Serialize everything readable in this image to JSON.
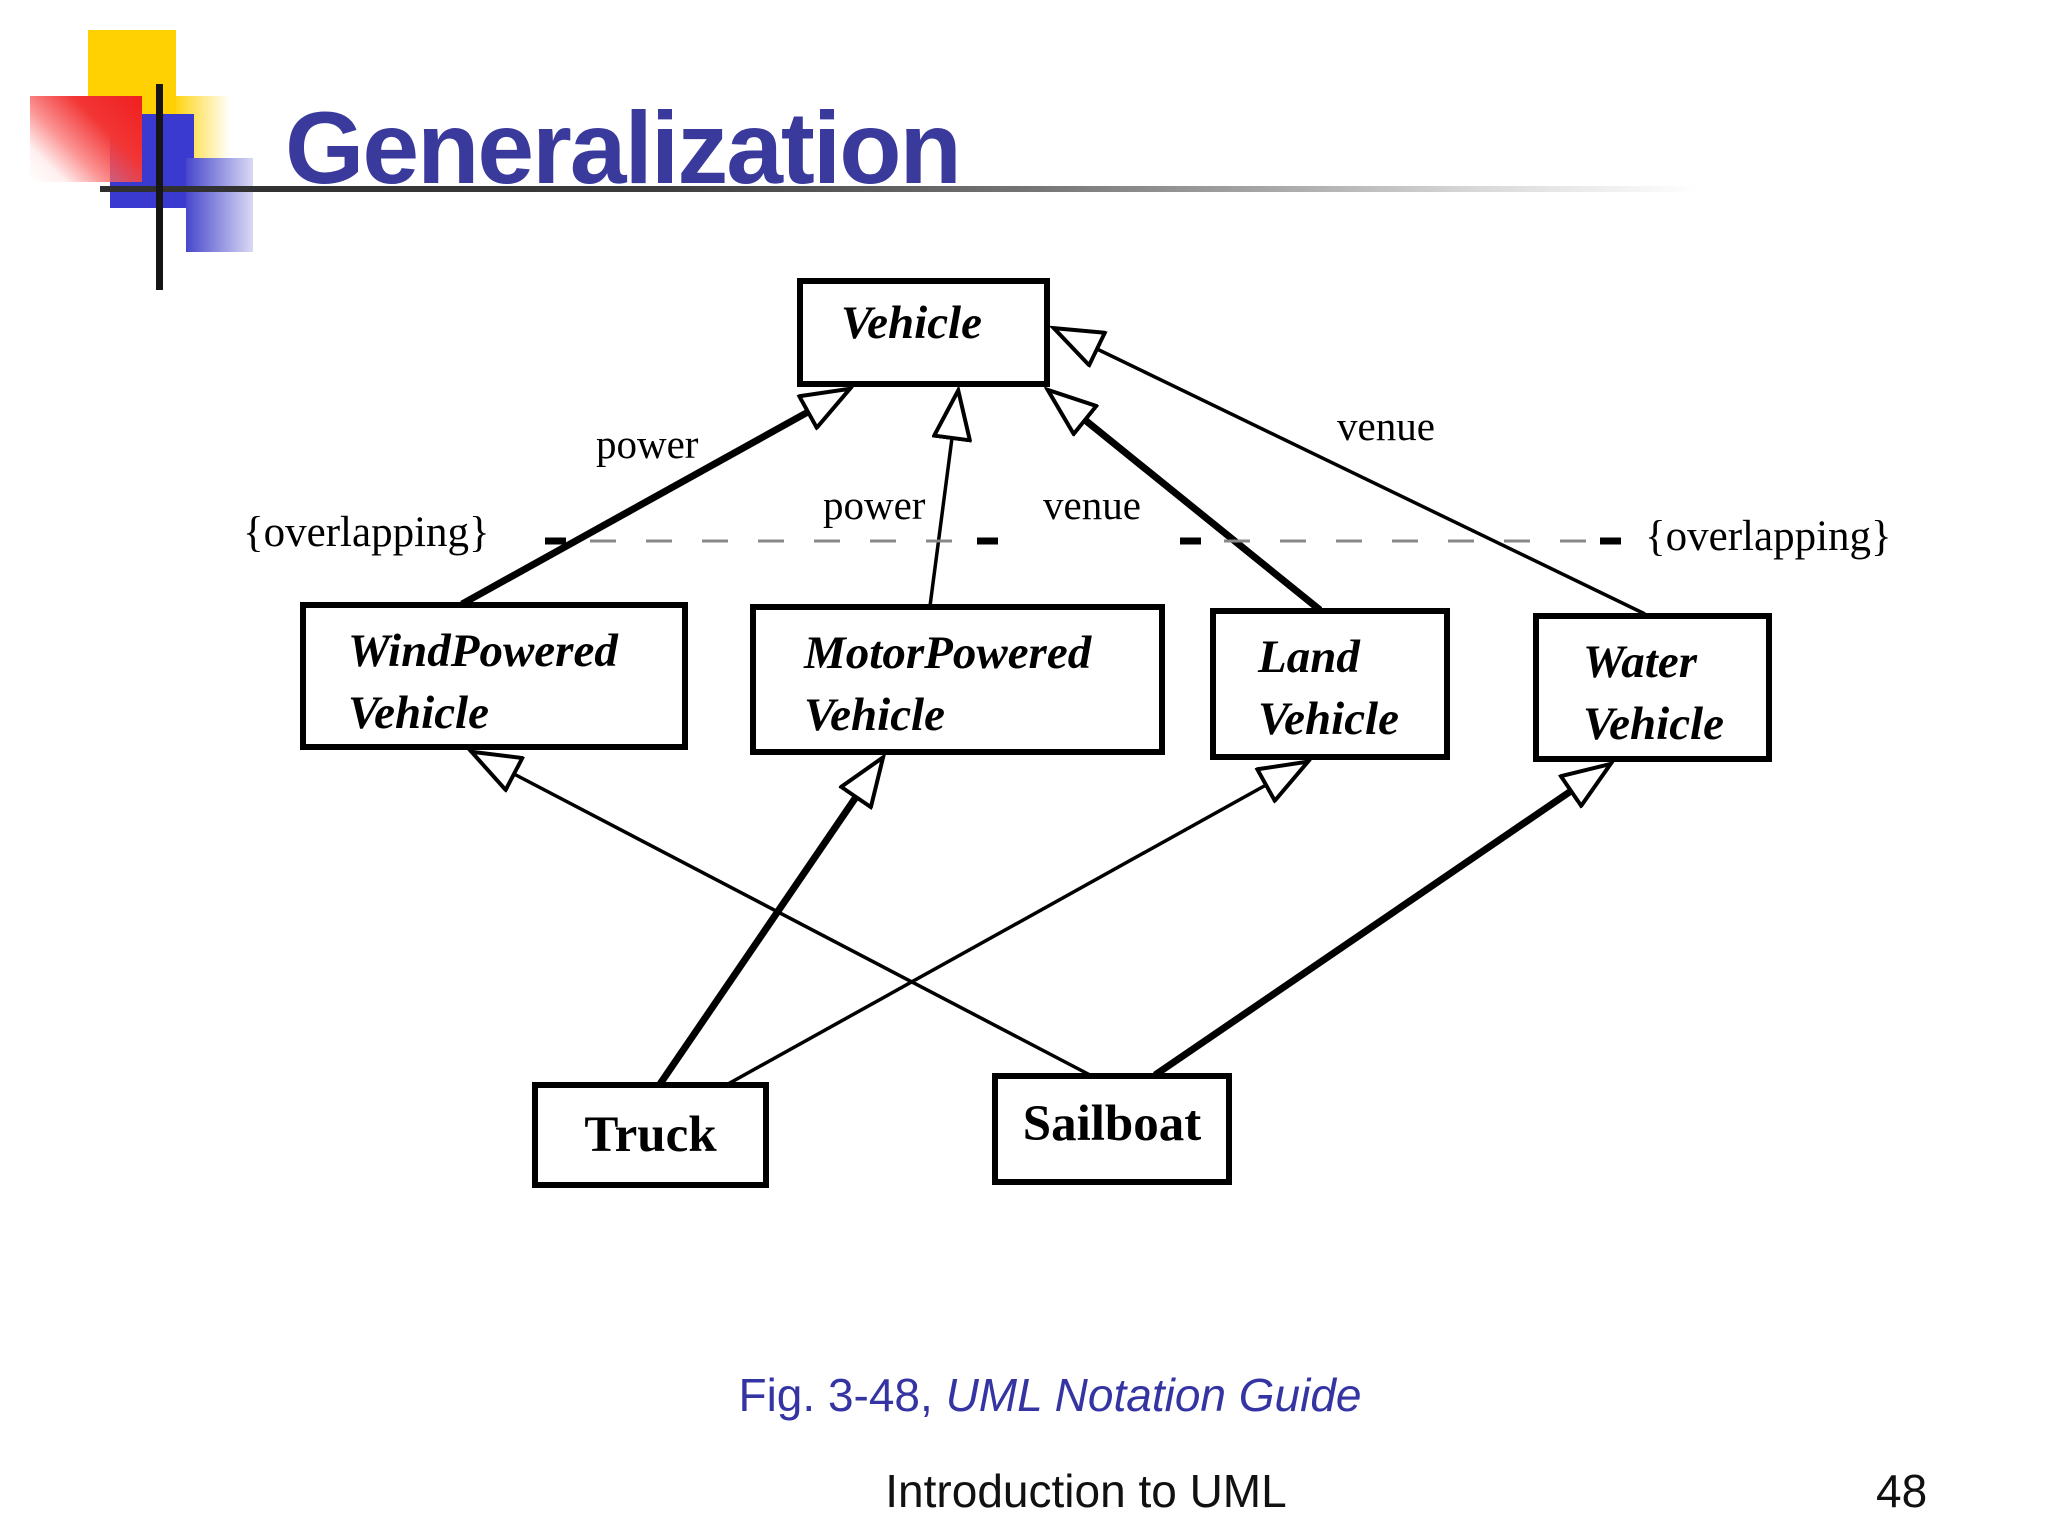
{
  "title": "Generalization",
  "diagram": {
    "classes": {
      "vehicle": {
        "line1": "Vehicle",
        "line2": ""
      },
      "wind": {
        "line1": "WindPowered",
        "line2": "Vehicle"
      },
      "motor": {
        "line1": "MotorPowered",
        "line2": "Vehicle"
      },
      "land": {
        "line1": "Land",
        "line2": "Vehicle"
      },
      "water": {
        "line1": "Water",
        "line2": "Vehicle"
      },
      "truck": {
        "line1": "Truck",
        "line2": ""
      },
      "sailboat": {
        "line1": "Sailboat",
        "line2": ""
      }
    },
    "labels": {
      "power_left": "power",
      "power_center": "power",
      "venue_center": "venue",
      "venue_right": "venue",
      "overlapping_left": "{overlapping}",
      "overlapping_right": "{overlapping}"
    }
  },
  "caption": {
    "prefix": "Fig. 3-48, ",
    "book": "UML Notation Guide"
  },
  "footer": {
    "label": "Introduction to UML",
    "page": "48"
  },
  "colors": {
    "title": "#3a3a9c",
    "caption": "#3434a3",
    "connector": "#000000",
    "constraint_dash": "#888888",
    "deco_yellow": "#ffd103",
    "deco_red": "#ef1f1f",
    "deco_blue": "#3a3ad0"
  }
}
